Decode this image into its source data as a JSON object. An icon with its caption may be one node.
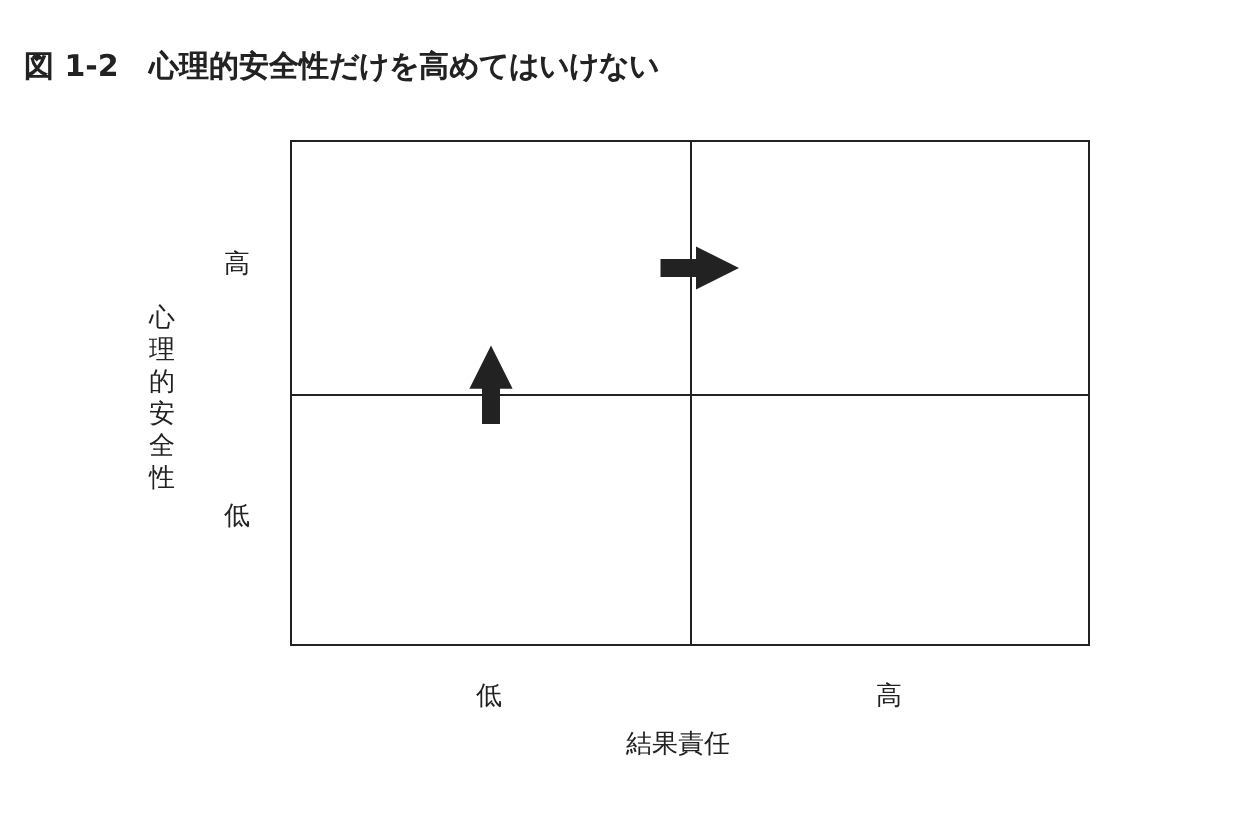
{
  "diagram": {
    "title": "図 1-2　心理的安全性だけを高めてはいけない",
    "nodes": [
      {
        "text": [],
        "shape": "box"
      },
      {
        "text": [],
        "shape": "box"
      },
      {
        "text": [],
        "shape": "box"
      },
      {
        "text": [],
        "shape": "box"
      }
    ],
    "edges": [
      {
        "from": 2,
        "to": 0,
        "arrow": "to"
      },
      {
        "from": 0,
        "to": 1,
        "arrow": "to"
      }
    ],
    "labels": [
      "高",
      "心理的安全性",
      "低",
      "低",
      "高",
      "結果責任"
    ]
  }
}
